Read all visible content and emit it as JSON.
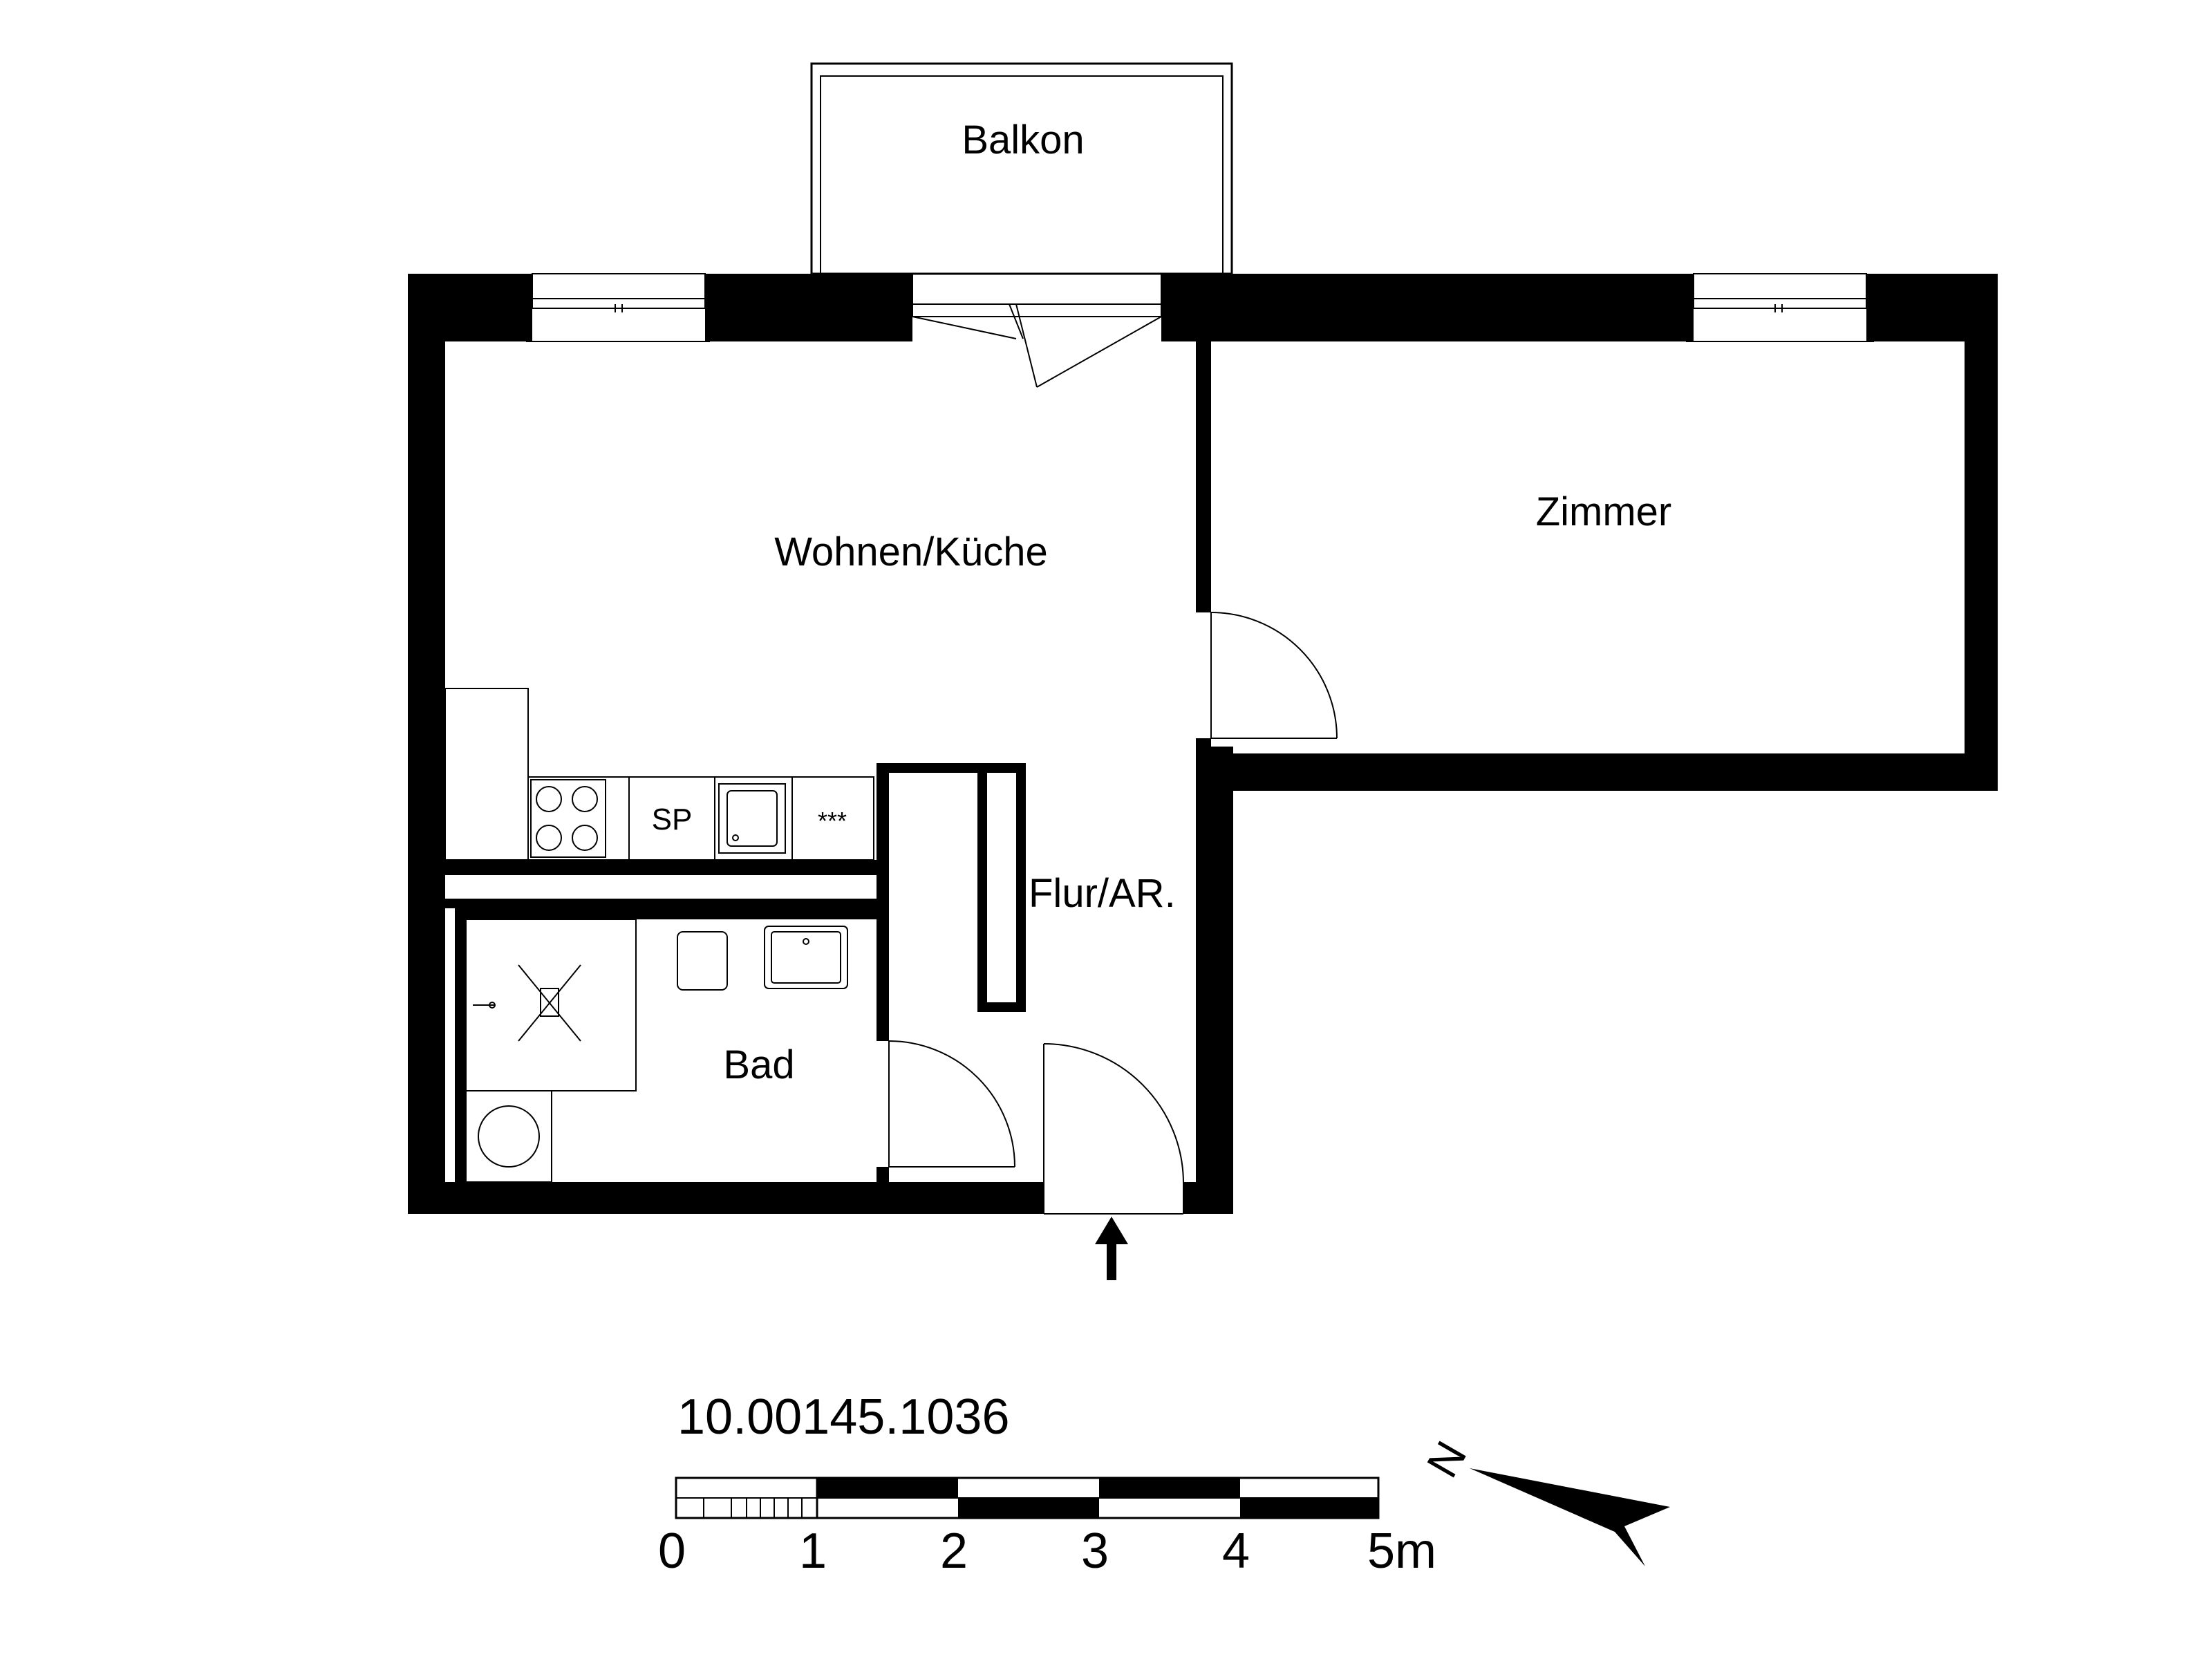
{
  "rooms": {
    "balcony": "Balkon",
    "living_kitchen": "Wohnen/Küche",
    "room": "Zimmer",
    "hallway": "Flur/AR.",
    "bath": "Bad"
  },
  "fixtures": {
    "dishwasher": "SP",
    "appliance": "***"
  },
  "plan_id": "10.00145.1036",
  "scale_bar": {
    "ticks": [
      "0",
      "1",
      "2",
      "3",
      "4",
      "5m"
    ]
  },
  "north_arrow": {
    "label": "N"
  },
  "colors": {
    "wall": "#000000",
    "background": "#ffffff",
    "line": "#000000"
  }
}
